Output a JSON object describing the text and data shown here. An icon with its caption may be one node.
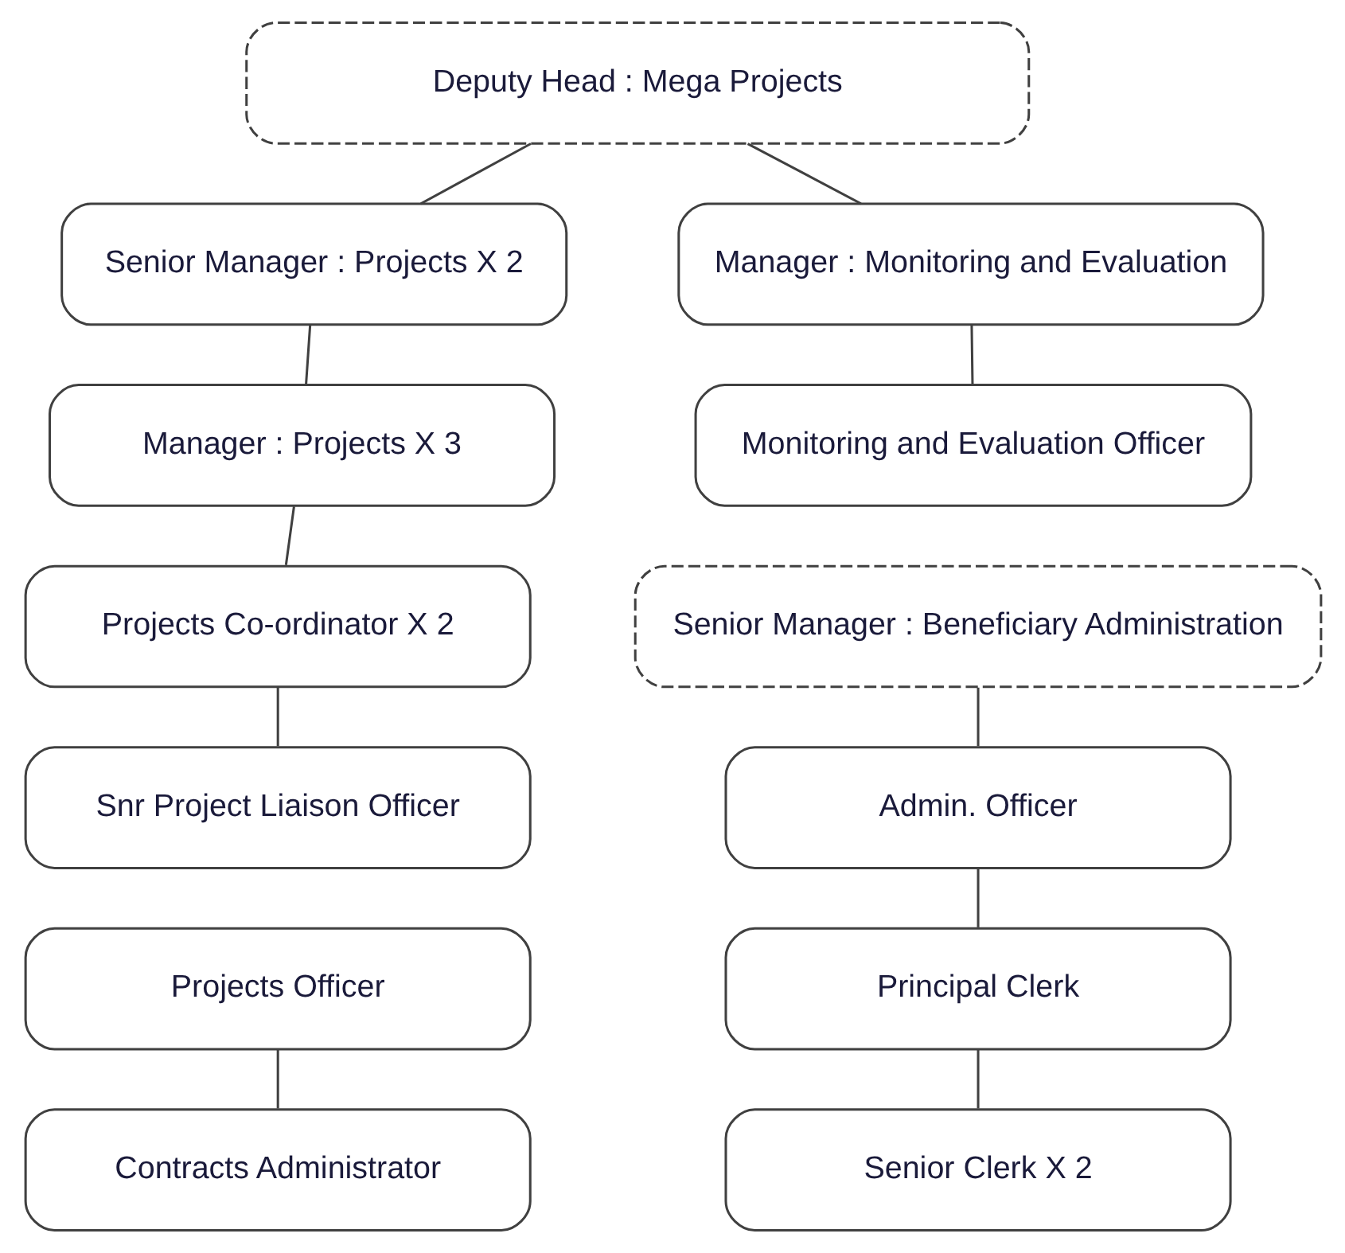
{
  "diagram": {
    "nodes": [
      {
        "text": [
          "Deputy Head : Mega Projects"
        ]
      },
      {
        "text": [
          "Senior Manager : Projects X 2"
        ]
      },
      {
        "text": [
          "Manager : Monitoring and Evaluation"
        ]
      },
      {
        "text": [
          "Manager : Projects X 3"
        ]
      },
      {
        "text": [
          "Monitoring and Evaluation Officer"
        ]
      },
      {
        "text": [
          "Projects Co-ordinator X 2"
        ]
      },
      {
        "text": [
          "Senior Manager : Beneficiary Administration"
        ]
      },
      {
        "text": [
          "Snr Project Liaison Officer"
        ]
      },
      {
        "text": [
          "Admin. Officer"
        ]
      },
      {
        "text": [
          "Projects Officer"
        ]
      },
      {
        "text": [
          "Principal Clerk"
        ]
      },
      {
        "text": [
          "Contracts Administrator"
        ]
      },
      {
        "text": [
          "Senior Clerk X 2"
        ]
      }
    ],
    "edges": [
      {
        "from": 0,
        "to": 1,
        "arrow": "none"
      },
      {
        "from": 0,
        "to": 2,
        "arrow": "none"
      },
      {
        "from": 1,
        "to": 3,
        "arrow": "none"
      },
      {
        "from": 2,
        "to": 4,
        "arrow": "none"
      },
      {
        "from": 3,
        "to": 5,
        "arrow": "none"
      },
      {
        "from": 5,
        "to": 7,
        "arrow": "none"
      },
      {
        "from": 6,
        "to": 8,
        "arrow": "none"
      },
      {
        "from": 8,
        "to": 10,
        "arrow": "none"
      },
      {
        "from": 9,
        "to": 11,
        "arrow": "none"
      },
      {
        "from": 10,
        "to": 12,
        "arrow": "none"
      }
    ]
  }
}
